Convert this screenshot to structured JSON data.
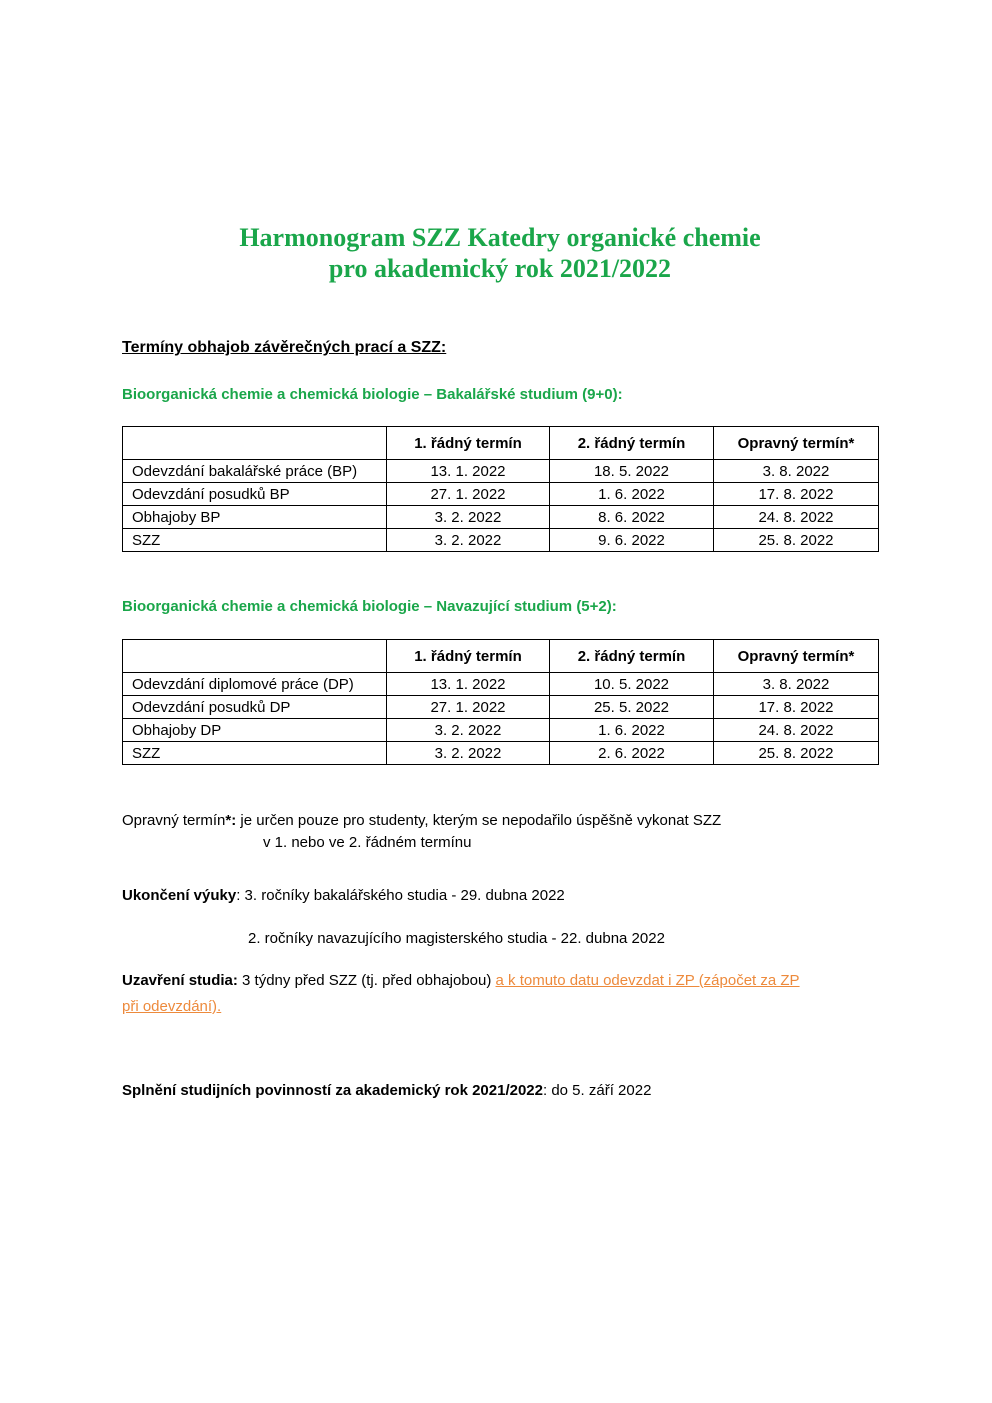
{
  "title": {
    "line1": "Harmonogram SZZ Katedry organické chemie",
    "line2": "pro akademický rok 2021/2022"
  },
  "section_heading": "Termíny obhajob závěrečných prací  a  SZZ:",
  "bachelor": {
    "heading": "Bioorganická chemie a chemická biologie – Bakalářské studium (9+0):",
    "columns": [
      "",
      "1. řádný termín",
      "2. řádný termín",
      "Opravný termín*"
    ],
    "rows": [
      {
        "label": "Odevzdání bakalářské práce (BP)",
        "t1": "13. 1. 2022",
        "t2": "18. 5. 2022",
        "t3": "3. 8. 2022"
      },
      {
        "label": "Odevzdání posudků BP",
        "t1": "27. 1. 2022",
        "t2": "1. 6. 2022",
        "t3": "17. 8. 2022"
      },
      {
        "label": "Obhajoby BP",
        "t1": "3. 2. 2022",
        "t2": "8. 6. 2022",
        "t3": "24. 8. 2022"
      },
      {
        "label": "SZZ",
        "t1": "3. 2. 2022",
        "t2": "9. 6. 2022",
        "t3": "25. 8. 2022"
      }
    ]
  },
  "master": {
    "heading": "Bioorganická chemie a chemická biologie – Navazující studium (5+2):",
    "columns": [
      "",
      "1. řádný termín",
      "2. řádný termín",
      "Opravný termín*"
    ],
    "rows": [
      {
        "label": "Odevzdání diplomové práce (DP)",
        "t1": "13. 1. 2022",
        "t2": "10. 5. 2022",
        "t3": "3. 8. 2022"
      },
      {
        "label": "Odevzdání posudků DP",
        "t1": "27. 1. 2022",
        "t2": "25. 5. 2022",
        "t3": "17. 8. 2022"
      },
      {
        "label": "Obhajoby DP",
        "t1": "3. 2. 2022",
        "t2": "1. 6. 2022",
        "t3": "24. 8. 2022"
      },
      {
        "label": "SZZ",
        "t1": "3. 2. 2022",
        "t2": "2. 6. 2022",
        "t3": "25. 8. 2022"
      }
    ]
  },
  "notes": {
    "opravny_label": "Opravný termín",
    "opravny_star": "*:",
    "opravny_text": " je určen pouze pro studenty, kterým se nepodařilo úspěšně vykonat SZZ",
    "opravny_text2": "v  1. nebo ve 2. řádném termínu",
    "ukonceni_label": "Ukončení výuky",
    "ukonceni_text": ": 3. ročníky bakalářského studia - 29. dubna 2022",
    "ukonceni_text2": "2. ročníky navazujícího magisterského studia - 22. dubna 2022",
    "uzavreni_label": "Uzavření  studia:",
    "uzavreni_text": "  3 týdny před SZZ (tj. před obhajobou) ",
    "uzavreni_link1": "a k tomuto datu odevzdat i ZP (zápočet za ZP",
    "uzavreni_link2": "při odevzdání).",
    "splneni_label": "Splnění studijních povinností za akademický rok 2021/2022",
    "splneni_text": ": do 5. září 2022"
  }
}
